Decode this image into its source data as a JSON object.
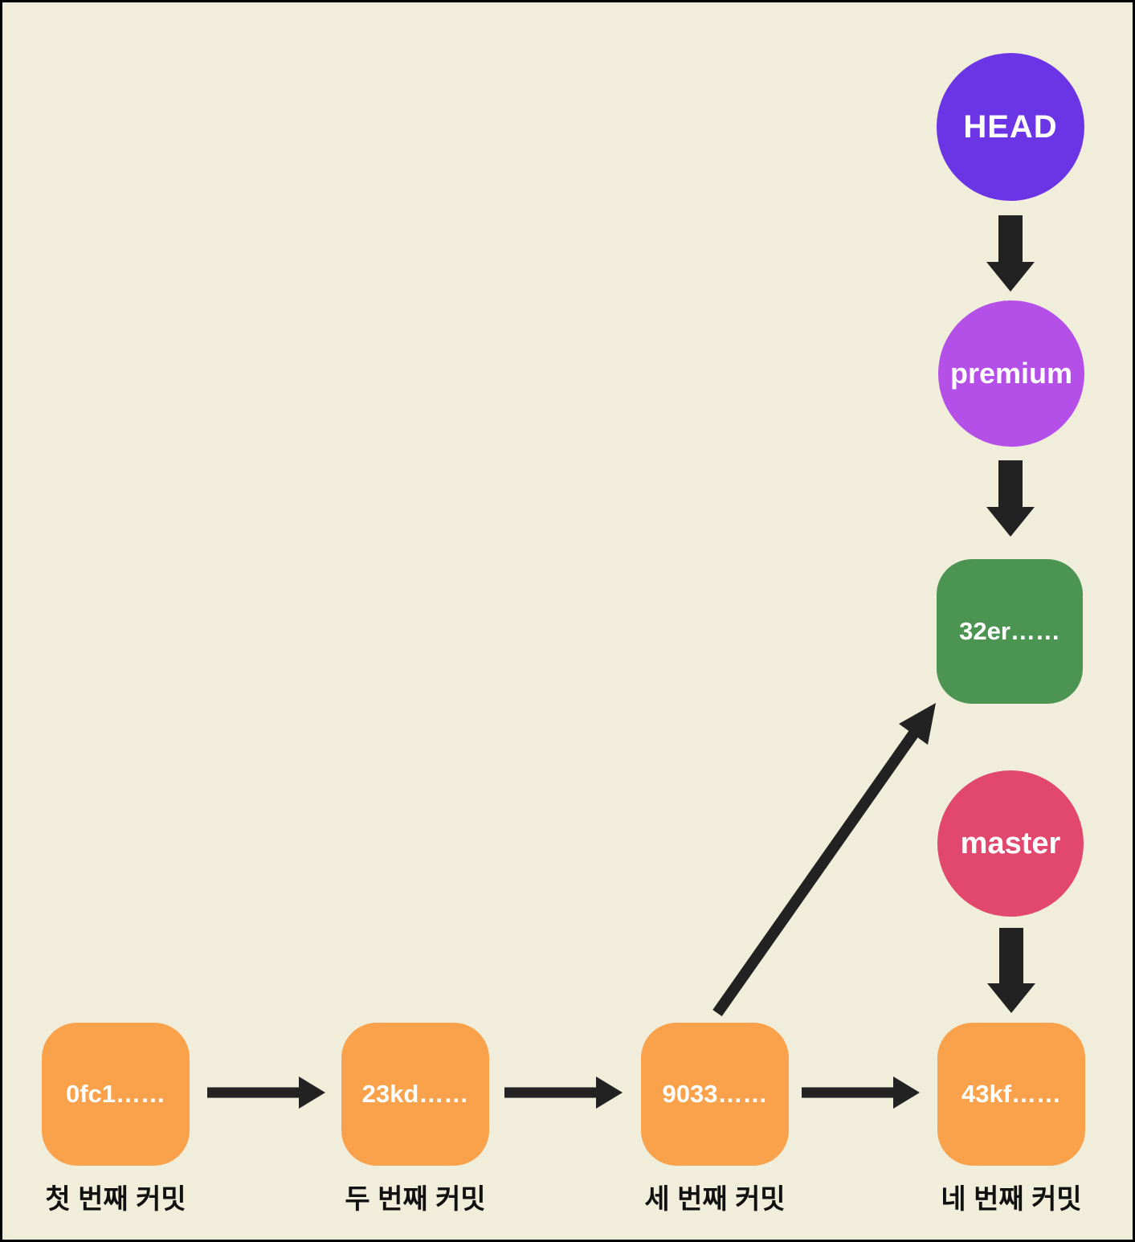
{
  "diagram": {
    "title_hint": "git-branch-commit-diagram",
    "refs": {
      "head": {
        "label": "HEAD",
        "color": "#6B35E6"
      },
      "premium": {
        "label": "premium",
        "color": "#B44FE8"
      },
      "master": {
        "label": "master",
        "color": "#E2476E"
      }
    },
    "branch_commit": {
      "id": "32er……",
      "color": "#4C9452"
    },
    "commits": [
      {
        "id": "0fc1……",
        "caption": "첫 번째 커밋"
      },
      {
        "id": "23kd……",
        "caption": "두 번째 커밋"
      },
      {
        "id": "9033……",
        "caption": "세 번째 커밋"
      },
      {
        "id": "43kf……",
        "caption": "네 번째 커밋"
      }
    ],
    "colors": {
      "background": "#F0EDDB",
      "frame_border": "#000000",
      "commit_box": "#F9A24B",
      "arrow": "#222222",
      "node_text": "#FFFFFF",
      "caption_text": "#111111"
    },
    "edges": [
      "HEAD → premium",
      "premium → 32er……",
      "master → 43kf……",
      "0fc1…… → 23kd……",
      "23kd…… → 9033……",
      "9033…… → 43kf……",
      "9033…… → 32er……"
    ]
  }
}
